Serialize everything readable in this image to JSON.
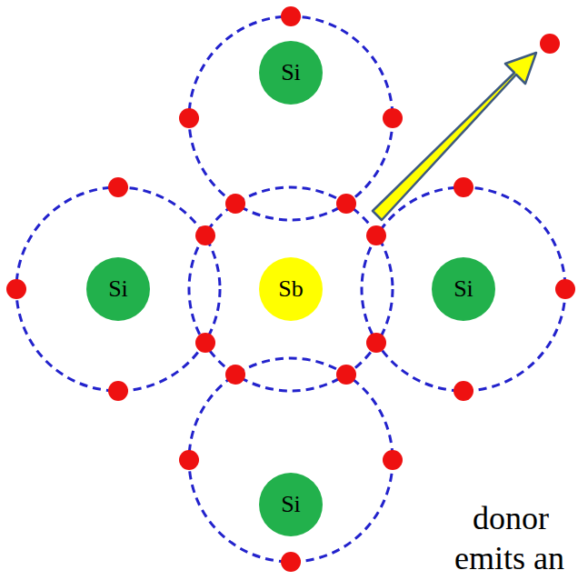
{
  "diagram": {
    "nodes": [
      {
        "text": [
          "Si"
        ]
      },
      {
        "text": [
          "Si"
        ]
      },
      {
        "text": [
          "Sb"
        ]
      },
      {
        "text": [
          "Si"
        ]
      },
      {
        "text": [
          "Si"
        ]
      }
    ],
    "labels": [
      "donor",
      "emits an"
    ]
  }
}
